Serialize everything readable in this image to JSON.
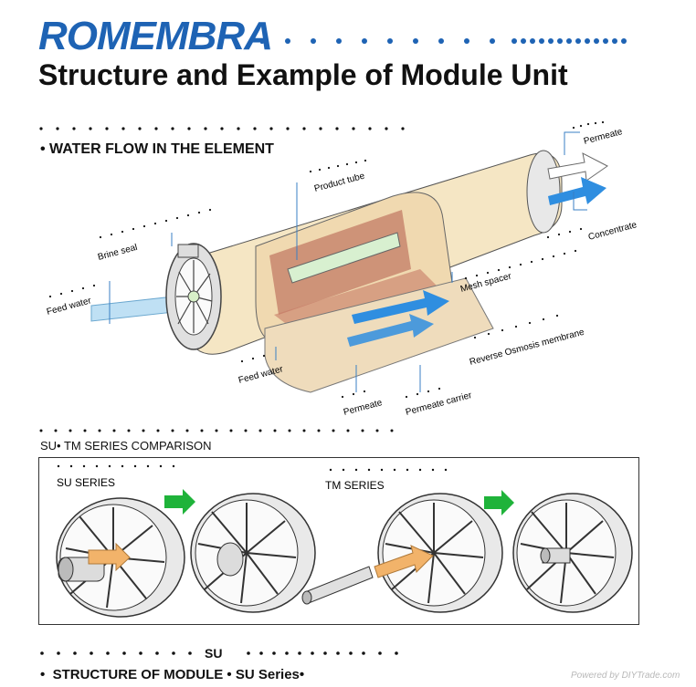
{
  "logo": {
    "text": "ROMEMBRA",
    "color": "#1e63b4"
  },
  "title": "Structure and Example of Module Unit",
  "section1": {
    "heading": "WATER FLOW  IN THE ELEMENT",
    "callouts": {
      "permeate_top": "Permeate",
      "product_tube": "Product tube",
      "concentrate": "Concentrate",
      "brine_seal": "Brine seal",
      "mesh_spacer": "Mesh spacer",
      "feed_water_left": "Feed water",
      "ro_membrane": "Reverse Osmosis membrane",
      "feed_water_bottom": "Feed water",
      "permeate_bottom": "Permeate",
      "permeate_carrier": "Permeate carrier"
    }
  },
  "section2": {
    "heading": "SU• TM  SERIES  COMPARISON",
    "su_label": "SU SERIES",
    "tm_label": "TM  SERIES"
  },
  "footer": {
    "dots_label": "SU",
    "structure_heading": "STRUCTURE  OF  MODULE •  SU Series•",
    "watermark": "Powered by DIYTrade.com"
  },
  "colors": {
    "accent": "#1e63b4",
    "arrow_green": "#1fb33a",
    "tan": "#f5e6c4",
    "flow_blue": "#2f8ee0",
    "feed_blue": "#bfe0f4",
    "mesh_brown": "#b35a4a"
  }
}
